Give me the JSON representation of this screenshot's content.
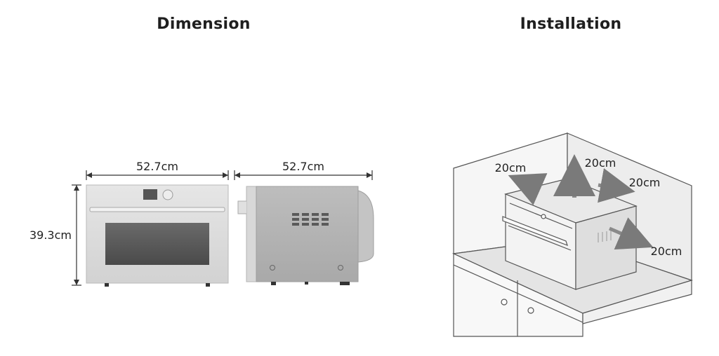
{
  "sections": {
    "dimension": {
      "title": "Dimension",
      "front_width": "52.7cm",
      "side_depth": "52.7cm",
      "height": "39.3cm"
    },
    "installation": {
      "title": "Installation",
      "clearance_left": "20cm",
      "clearance_top": "20cm",
      "clearance_back": "20cm",
      "clearance_side": "20cm"
    }
  }
}
